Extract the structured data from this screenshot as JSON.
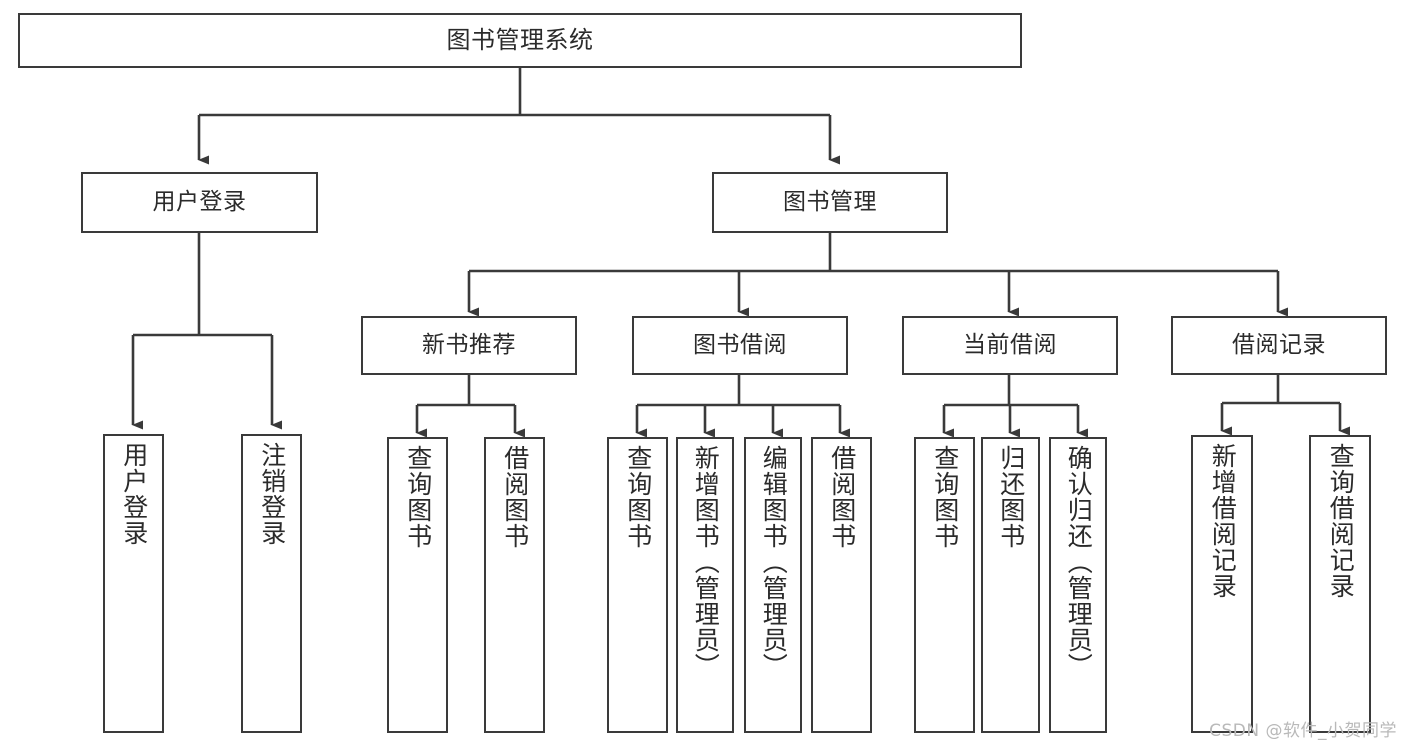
{
  "diagram": {
    "title": "图书管理系统",
    "type": "tree-hierarchy",
    "accent_border": "#3a3a3a",
    "background": "#ffffff",
    "watermark": "CSDN @软件_小贺同学",
    "nodes": {
      "root": {
        "label": "图书管理系统"
      },
      "level2": [
        {
          "label": "用户登录"
        },
        {
          "label": "图书管理"
        }
      ],
      "level3": [
        {
          "label": "新书推荐"
        },
        {
          "label": "图书借阅"
        },
        {
          "label": "当前借阅"
        },
        {
          "label": "借阅记录"
        }
      ],
      "leaves": {
        "user_login": [
          {
            "label": "用户登录"
          },
          {
            "label": "注销登录"
          }
        ],
        "new_book": [
          {
            "label": "查询图书"
          },
          {
            "label": "借阅图书"
          }
        ],
        "borrow_book": [
          {
            "label": "查询图书"
          },
          {
            "label": "新增图书（管理员）"
          },
          {
            "label": "编辑图书（管理员）"
          },
          {
            "label": "借阅图书"
          }
        ],
        "current_borrow": [
          {
            "label": "查询图书"
          },
          {
            "label": "归还图书"
          },
          {
            "label": "确认归还（管理员）"
          }
        ],
        "borrow_record": [
          {
            "label": "新增借阅记录"
          },
          {
            "label": "查询借阅记录"
          }
        ]
      }
    }
  }
}
